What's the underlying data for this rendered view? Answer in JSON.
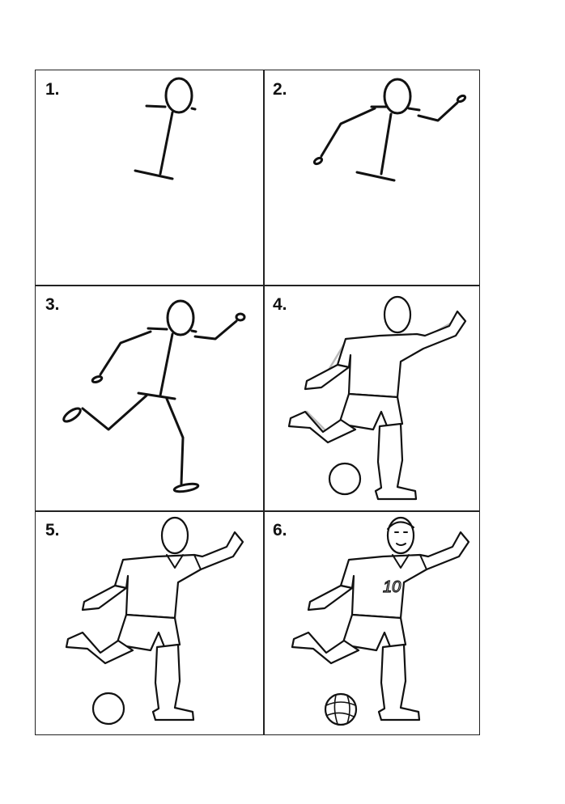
{
  "title": "How to draw a soccer player - steps",
  "steps": [
    {
      "label": "1."
    },
    {
      "label": "2."
    },
    {
      "label": "3."
    },
    {
      "label": "4."
    },
    {
      "label": "5."
    },
    {
      "label": "6."
    }
  ],
  "jersey_number": "10"
}
